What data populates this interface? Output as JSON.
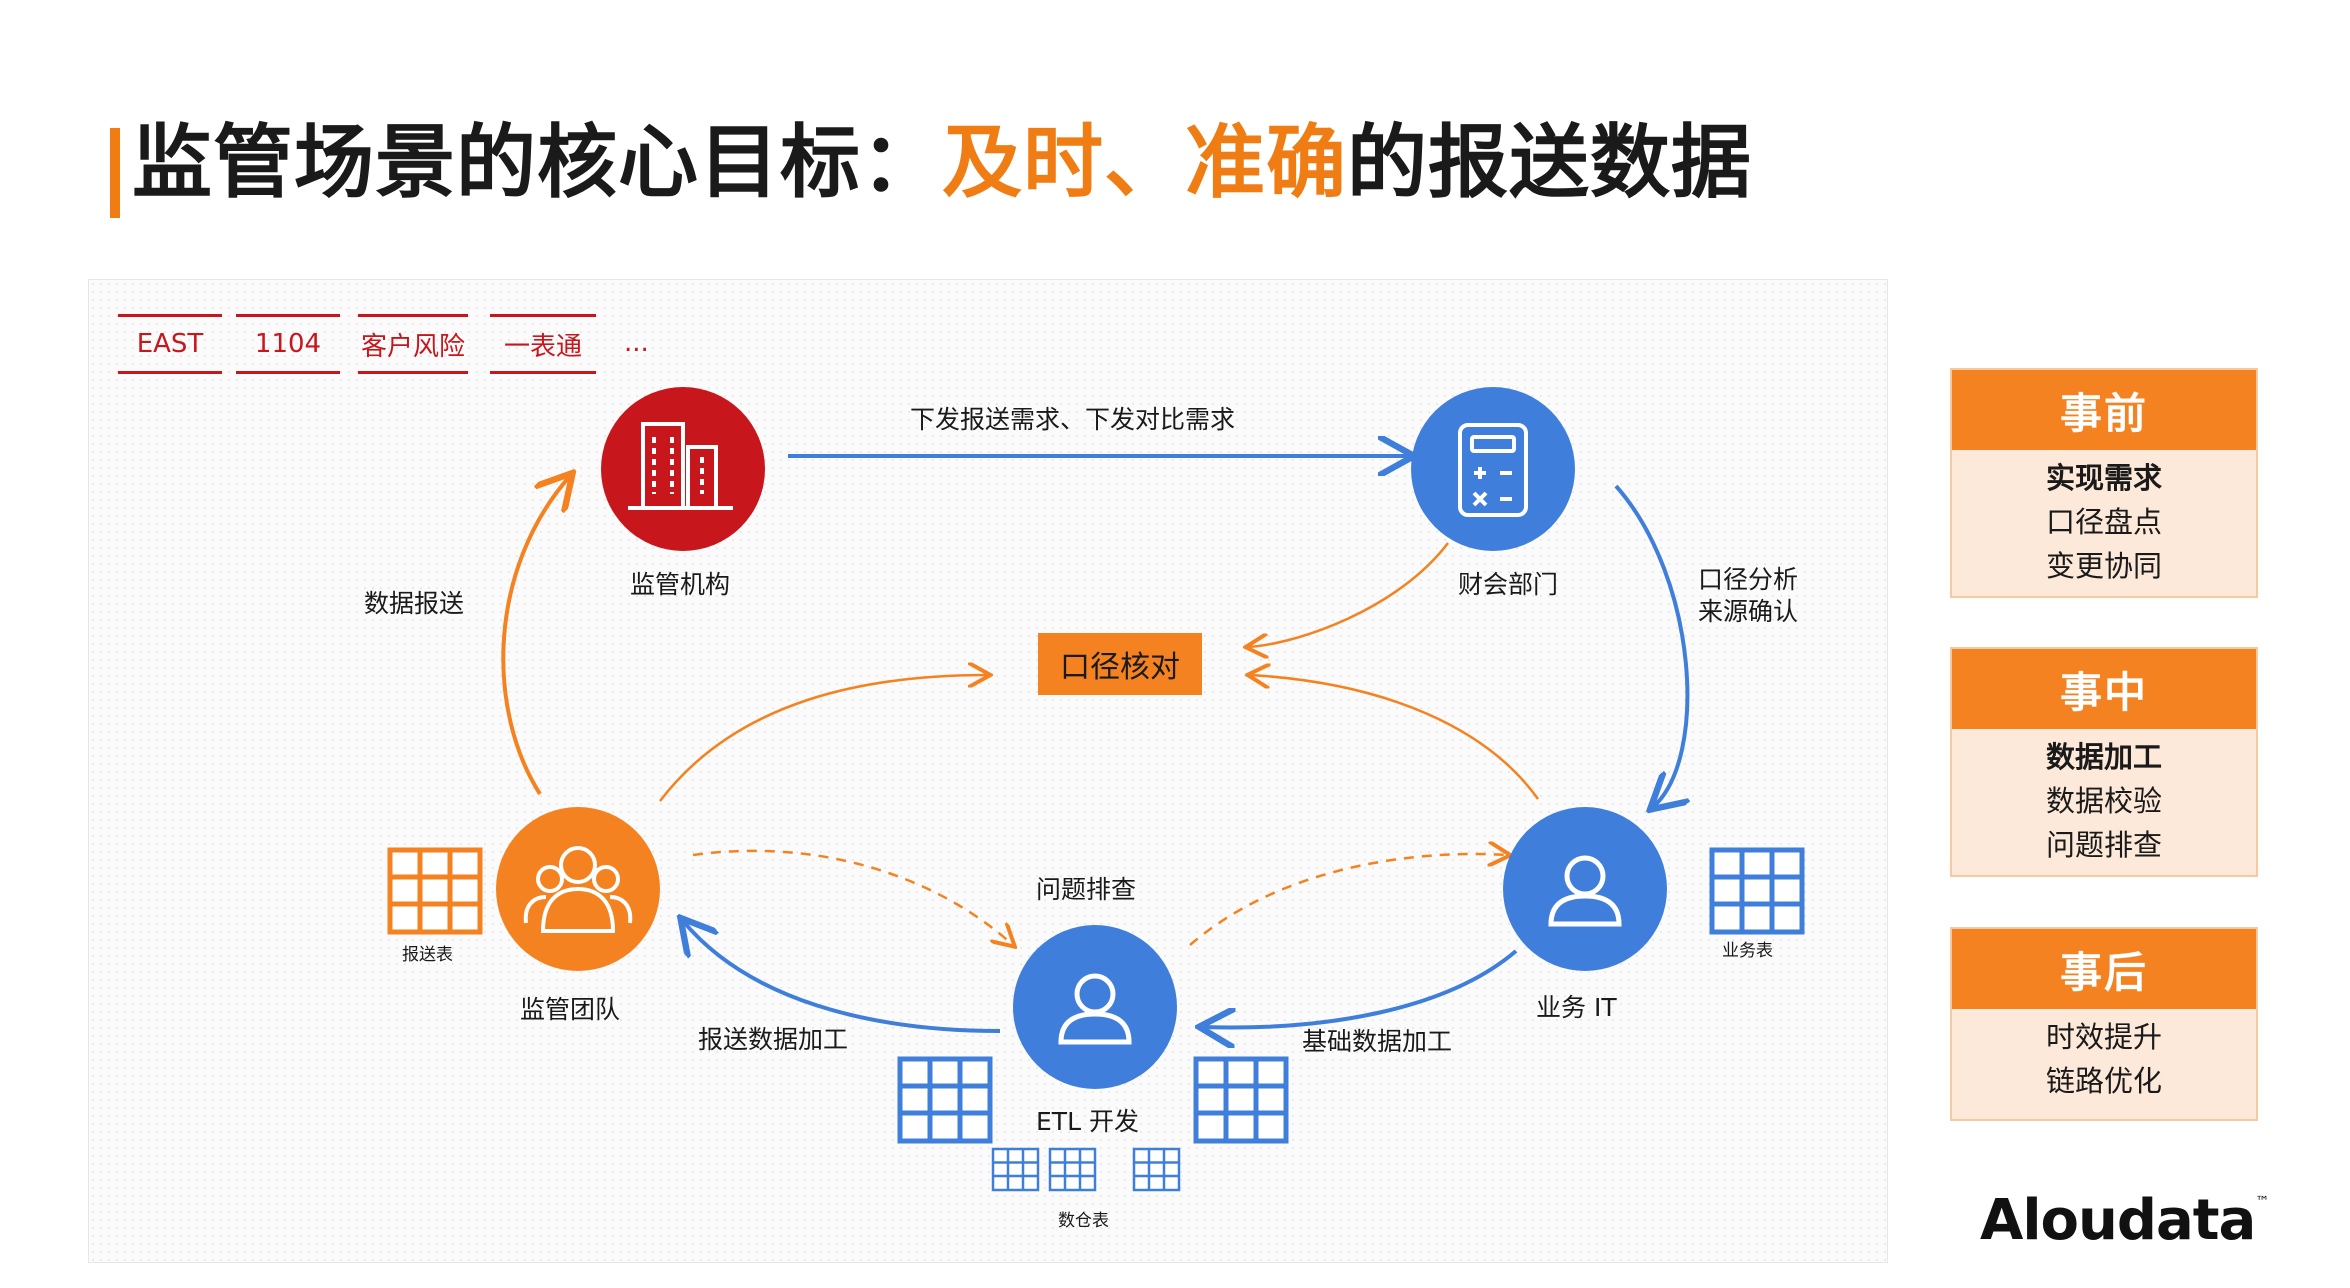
{
  "title": {
    "part1": "监管场景的核心目标：",
    "highlight1": "及时",
    "sep": "、",
    "highlight2": "准确",
    "part2": "的报送数据"
  },
  "report_tags": [
    "EAST",
    "1104",
    "客户风险",
    "一表通"
  ],
  "report_tags_more": "...",
  "nodes": {
    "regulator": "监管机构",
    "finance": "财会部门",
    "reg_team": "监管团队",
    "biz_it": "业务 IT",
    "etl": "ETL 开发"
  },
  "center_box": "口径核对",
  "edges": {
    "issue_requirements": "下发报送需求、下发对比需求",
    "caliber_analysis_line1": "口径分析",
    "caliber_analysis_line2": "来源确认",
    "data_submission": "数据报送",
    "report_processing": "报送数据加工",
    "base_processing": "基础数据加工",
    "troubleshooting": "问题排查"
  },
  "tables": {
    "report_table": "报送表",
    "business_table": "业务表",
    "warehouse_table": "数仓表"
  },
  "phases": [
    {
      "title": "事前",
      "items": [
        {
          "text": "实现需求",
          "bold": true
        },
        {
          "text": "口径盘点",
          "bold": false
        },
        {
          "text": "变更协同",
          "bold": false
        }
      ]
    },
    {
      "title": "事中",
      "items": [
        {
          "text": "数据加工",
          "bold": true
        },
        {
          "text": "数据校验",
          "bold": false
        },
        {
          "text": "问题排查",
          "bold": false
        }
      ]
    },
    {
      "title": "事后",
      "items": [
        {
          "text": "时效提升",
          "bold": false
        },
        {
          "text": "链路优化",
          "bold": false
        }
      ]
    }
  ],
  "logo": {
    "name": "Aloudata",
    "mark": "™"
  },
  "colors": {
    "orange": "#f58220",
    "red": "#c8161d",
    "blue": "#3f7fdb"
  }
}
